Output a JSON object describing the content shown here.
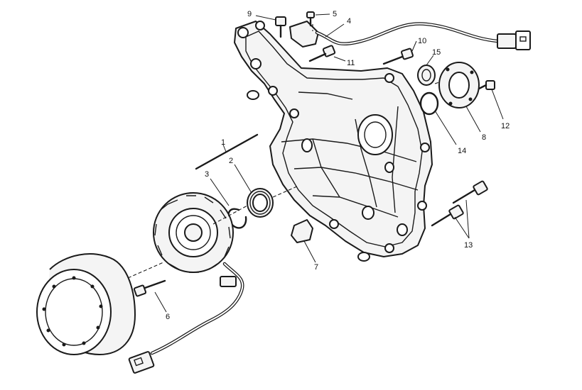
{
  "callouts": [
    "1",
    "2",
    "3",
    "4",
    "5",
    "6",
    "7",
    "8",
    "9",
    "10",
    "11",
    "12",
    "13",
    "14",
    "15"
  ]
}
